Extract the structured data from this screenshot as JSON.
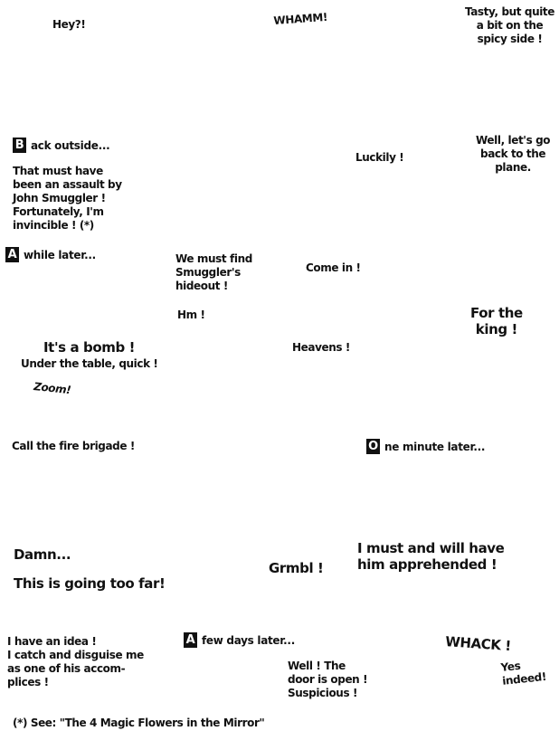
{
  "texts": {
    "hey": "Hey?!",
    "whamm": "WHAMM!",
    "tasty": "Tasty, but quite\na bit on the\nspicy side !",
    "luckily": "Luckily !",
    "lets_go": "Well, let's go\nback to the\nplane.",
    "assault": "That must have\nbeen an assault by\nJohn Smuggler !\nFortunately, I'm\ninvincible ! (*)",
    "must_find": "We must find\nSmuggler's\nhideout !",
    "come_in": "Come in !",
    "hm": "Hm !",
    "for_king": "For the\nking !",
    "bomb": "It's a bomb !",
    "under_table": "Under the table, quick !",
    "heavens": "Heavens !",
    "zoom": "Zoom!",
    "fire_brigade": "Call the fire brigade !",
    "damn": "Damn...",
    "too_far": "This is going too far!",
    "grmbl": "Grmbl !",
    "apprehended": "I must and will have\nhim apprehended !",
    "idea": "I have an idea !\nI catch and disguise me\nas one of his accom-\n  plices !",
    "door_open": "Well !  The\ndoor is open !\nSuspicious !",
    "whack": "WHACK !",
    "yes_indeed": "Yes indeed!",
    "footnote": "(*) See: \"The 4 Magic Flowers in the Mirror\""
  },
  "captions": {
    "back_outside": {
      "initial": "B",
      "rest": "ack outside..."
    },
    "while_later": {
      "initial": "A",
      "rest": "while later..."
    },
    "minute_later": {
      "initial": "O",
      "rest": "ne minute later..."
    },
    "days_later": {
      "initial": "A",
      "rest": "few days later..."
    }
  }
}
